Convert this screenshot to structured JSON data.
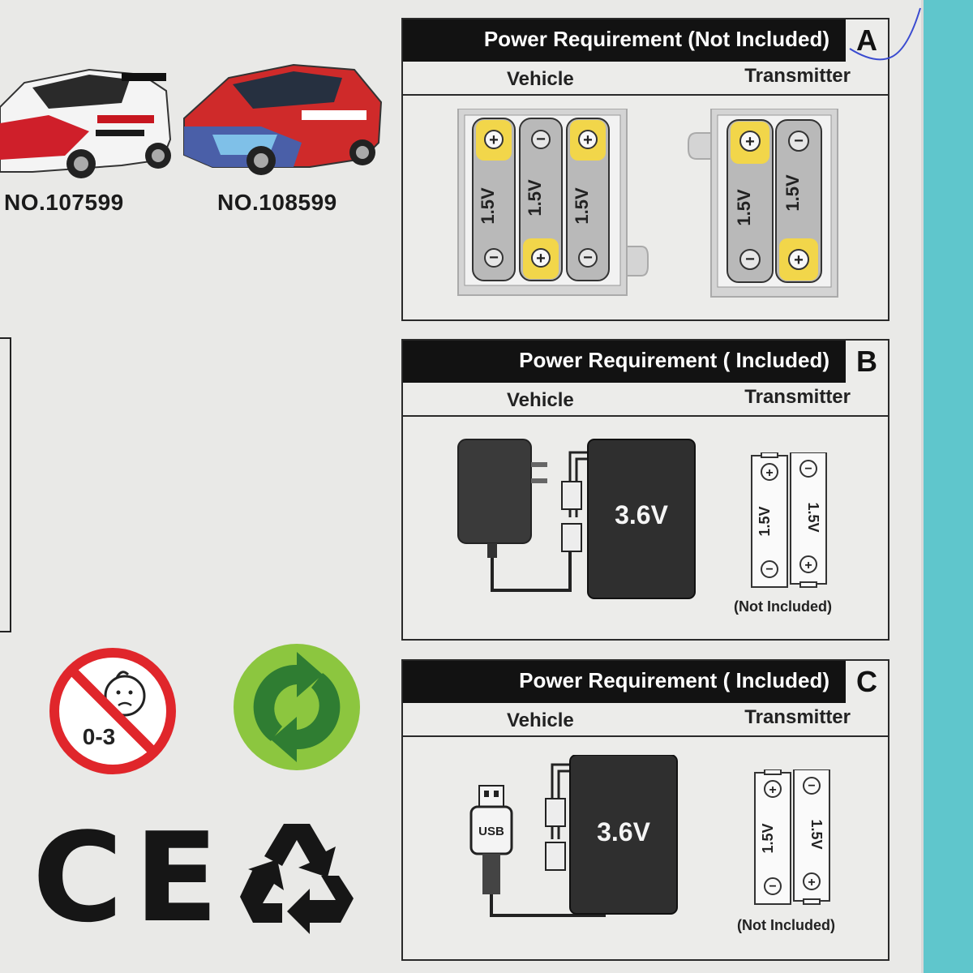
{
  "models": [
    {
      "number": "NO.107599"
    },
    {
      "number": "NO.108599"
    }
  ],
  "panels": [
    {
      "title": "Power Requirement (Not Included)",
      "letter": "A",
      "vehicle_label": "Vehicle",
      "transmitter_label": "Transmitter",
      "battery_voltage": "1.5V"
    },
    {
      "title": "Power Requirement ( Included)",
      "letter": "B",
      "vehicle_label": "Vehicle",
      "transmitter_label": "Transmitter",
      "pack_voltage": "3.6V",
      "battery_voltage": "1.5V",
      "transmitter_note": "(Not Included)"
    },
    {
      "title": "Power Requirement ( Included)",
      "letter": "C",
      "vehicle_label": "Vehicle",
      "transmitter_label": "Transmitter",
      "pack_voltage": "3.6V",
      "battery_voltage": "1.5V",
      "usb_label": "USB",
      "transmitter_note": "(Not Included)"
    }
  ],
  "age_warning": {
    "label": "0-3"
  },
  "marks": {
    "ce": "CE"
  },
  "colors": {
    "background": "#e9e9e7",
    "accent_cyan": "#5fc6cc",
    "battery_yellow": "#f2d64a",
    "warning_red": "#e0262b",
    "green_dot": "#3d9a3a"
  }
}
